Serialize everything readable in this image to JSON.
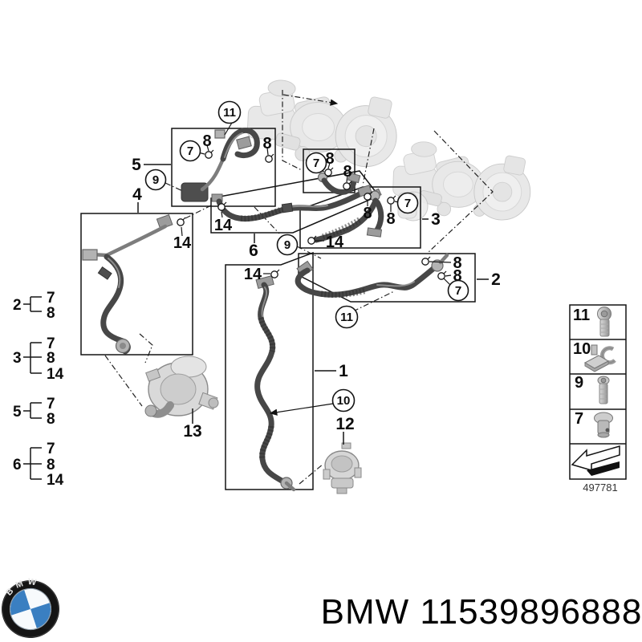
{
  "labels": {
    "n1": "1",
    "n2": "2",
    "n3": "3",
    "n4": "4",
    "n5": "5",
    "n6": "6",
    "n7": "7",
    "n8": "8",
    "n9": "9",
    "n10": "10",
    "n11": "11",
    "n12": "12",
    "n13": "13",
    "n14": "14"
  },
  "brackets": [
    {
      "label": "2",
      "items": [
        "7",
        "8"
      ]
    },
    {
      "label": "3",
      "items": [
        "7",
        "8",
        "14"
      ]
    },
    {
      "label": "5",
      "items": [
        "7",
        "8"
      ]
    },
    {
      "label": "6",
      "items": [
        "7",
        "8",
        "14"
      ]
    }
  ],
  "legend": {
    "items": [
      "11",
      "10",
      "9",
      "7"
    ],
    "icons": [
      "socket-head-screw",
      "retaining-clip",
      "screw",
      "sealing-plug",
      "direction-arrow"
    ],
    "diagram_number": "497781"
  },
  "footer": {
    "brand": "BMW",
    "title": "BMW 11539896888",
    "logo_colors": {
      "blue": "#3a7fc1",
      "ring": "#141414",
      "white": "#f7fafc"
    }
  }
}
